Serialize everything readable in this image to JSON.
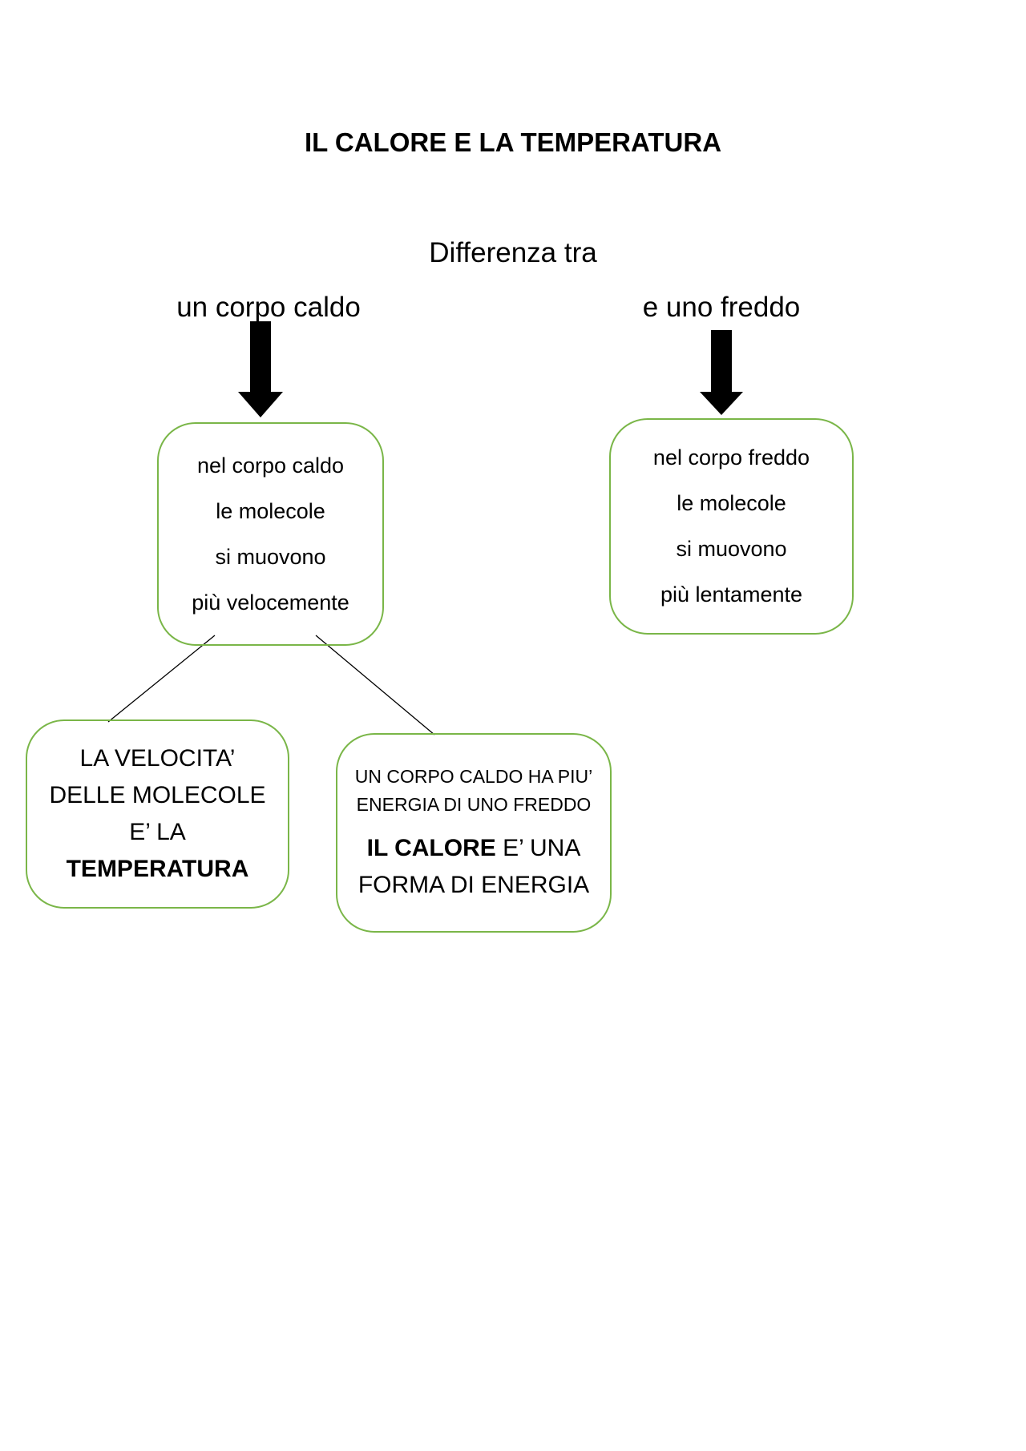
{
  "document": {
    "title": "IL CALORE E LA TEMPERATURA",
    "subtitle": "Differenza tra",
    "hot_label": "un corpo caldo",
    "cold_label": "e uno freddo"
  },
  "hot_box": {
    "lines": [
      "nel corpo caldo",
      "le molecole",
      "si muovono",
      "più velocemente"
    ]
  },
  "cold_box": {
    "lines": [
      "nel corpo freddo",
      "le molecole",
      "si muovono",
      "più lentamente"
    ]
  },
  "temperature_box": {
    "line1": "LA VELOCITA’",
    "line2": "DELLE MOLECOLE",
    "line3": "E’ LA",
    "line4": "TEMPERATURA"
  },
  "energy_box": {
    "line1": "UN CORPO CALDO HA PIU’",
    "line2": "ENERGIA DI UNO FREDDO",
    "bold_term": "IL CALORE",
    "line3_rest": " E’ UNA",
    "line4": "FORMA DI ENERGIA"
  },
  "colors": {
    "box_border": "#7ab648",
    "arrow": "#000000",
    "text": "#000000"
  }
}
